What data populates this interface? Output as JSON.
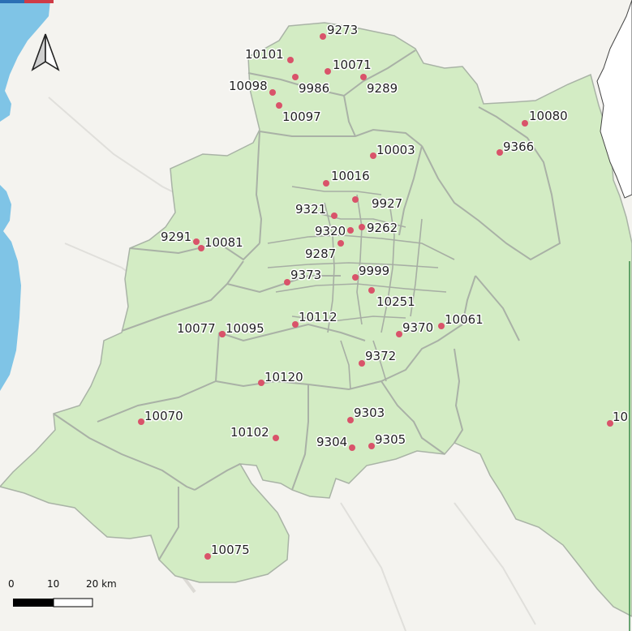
{
  "map": {
    "colors": {
      "water": "#7fc4e6",
      "land": "#f4f3ef",
      "region_fill": "#d3ecc4",
      "region_border": "#9aa39a",
      "point": "#d9536a",
      "river": "#dcdcdc"
    },
    "north_arrow": {
      "icon": "north-arrow-icon"
    },
    "scale_bar": {
      "labels": [
        "0",
        "10",
        "20 km"
      ]
    },
    "points": [
      {
        "id": "9273",
        "label": "9273"
      },
      {
        "id": "10101",
        "label": "10101"
      },
      {
        "id": "10071",
        "label": "10071"
      },
      {
        "id": "9986",
        "label": "9986"
      },
      {
        "id": "9289",
        "label": "9289"
      },
      {
        "id": "10098",
        "label": "10098"
      },
      {
        "id": "10097",
        "label": "10097"
      },
      {
        "id": "10080",
        "label": "10080"
      },
      {
        "id": "10003",
        "label": "10003"
      },
      {
        "id": "9366",
        "label": "9366"
      },
      {
        "id": "10016",
        "label": "10016"
      },
      {
        "id": "9927",
        "label": "9927"
      },
      {
        "id": "9321",
        "label": "9321"
      },
      {
        "id": "9262",
        "label": "9262"
      },
      {
        "id": "9320",
        "label": "9320"
      },
      {
        "id": "9291",
        "label": "9291"
      },
      {
        "id": "10081",
        "label": "10081"
      },
      {
        "id": "9287",
        "label": "9287"
      },
      {
        "id": "9999",
        "label": "9999"
      },
      {
        "id": "9373",
        "label": "9373"
      },
      {
        "id": "10251",
        "label": "10251"
      },
      {
        "id": "10112",
        "label": "10112"
      },
      {
        "id": "10061",
        "label": "10061"
      },
      {
        "id": "10077",
        "label": "10077"
      },
      {
        "id": "10095",
        "label": "10095"
      },
      {
        "id": "9370",
        "label": "9370"
      },
      {
        "id": "9372",
        "label": "9372"
      },
      {
        "id": "10120",
        "label": "10120"
      },
      {
        "id": "10070",
        "label": "10070"
      },
      {
        "id": "9303",
        "label": "9303"
      },
      {
        "id": "10102",
        "label": "10102"
      },
      {
        "id": "9305",
        "label": "9305"
      },
      {
        "id": "9304",
        "label": "9304"
      },
      {
        "id": "10075",
        "label": "10075"
      },
      {
        "id": "10",
        "label": "10"
      }
    ]
  }
}
